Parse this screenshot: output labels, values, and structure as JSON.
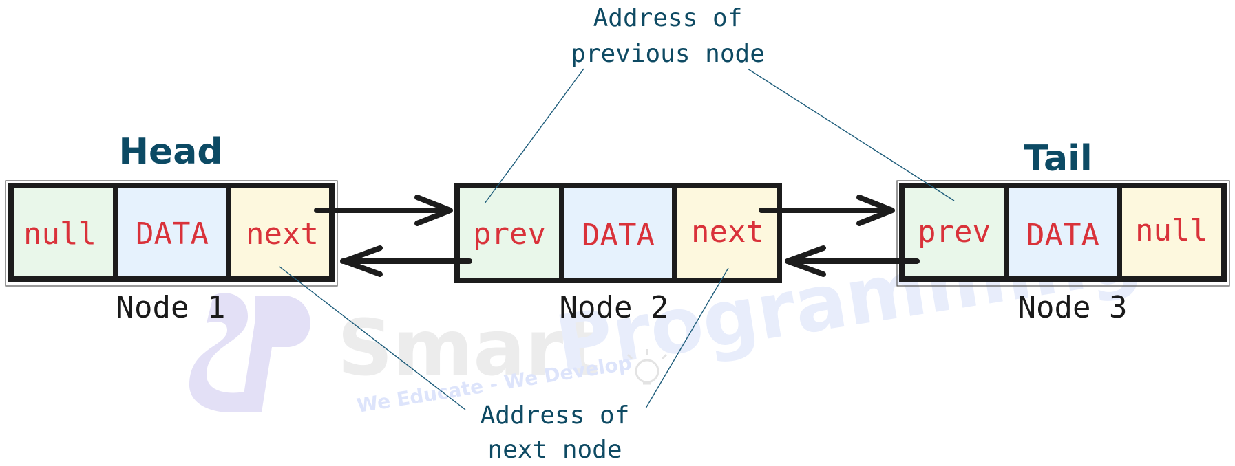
{
  "nodes": [
    {
      "label": "Node 1",
      "tag": "Head",
      "cells": [
        {
          "text": "null",
          "fill": "#e9f7ea"
        },
        {
          "text": "DATA",
          "fill": "#e6f2fd"
        },
        {
          "text": "next",
          "fill": "#fdf8de"
        }
      ]
    },
    {
      "label": "Node 2",
      "tag": "",
      "cells": [
        {
          "text": "prev",
          "fill": "#e9f7ea"
        },
        {
          "text": "DATA",
          "fill": "#e6f2fd"
        },
        {
          "text": "next",
          "fill": "#fdf8de"
        }
      ]
    },
    {
      "label": "Node 3",
      "tag": "Tail",
      "cells": [
        {
          "text": "prev",
          "fill": "#e9f7ea"
        },
        {
          "text": "DATA",
          "fill": "#e6f2fd"
        },
        {
          "text": "null",
          "fill": "#fdf8de"
        }
      ]
    }
  ],
  "callouts": {
    "prev_address": [
      "Address of",
      "previous node"
    ],
    "next_address": [
      "Address of",
      "next node"
    ]
  },
  "watermark": {
    "word1": "Smart",
    "word2": "Programming",
    "tagline": "We Educate - We Develop",
    "logo": "SP"
  },
  "colors": {
    "border": "#1c1c1c",
    "cell_text": "#d9323a",
    "tag_text": "#0c4a64",
    "callout_text": "#0e4a63",
    "leader_line": "#1d5c7a"
  }
}
